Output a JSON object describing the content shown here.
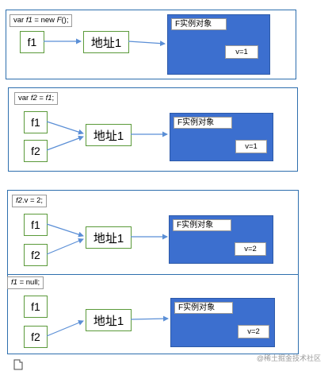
{
  "diagram": {
    "panels": [
      {
        "code": {
          "pre": "var ",
          "italic": "f1",
          "post": " = new ",
          "italic2": "F",
          "post2": "();"
        },
        "refs": [
          "f1"
        ],
        "address": "地址1",
        "object_label": "F实例对象",
        "value": "v=1"
      },
      {
        "code": {
          "pre": "var ",
          "italic": "f2",
          "post": " = ",
          "italic2": "f1",
          "post2": ";"
        },
        "refs": [
          "f1",
          "f2"
        ],
        "address": "地址1",
        "object_label": "F实例对象",
        "value": "v=1"
      },
      {
        "code": {
          "pre": "",
          "italic": "f2",
          "post": ".v = 2;",
          "italic2": "",
          "post2": ""
        },
        "refs": [
          "f1",
          "f2"
        ],
        "address": "地址1",
        "object_label": "F实例对象",
        "value": "v=2"
      },
      {
        "code": {
          "pre": "",
          "italic": "f1",
          "post": " = null;",
          "italic2": "",
          "post2": ""
        },
        "refs": [
          "f1",
          "f2"
        ],
        "address": "地址1",
        "object_label": "F实例对象",
        "value": "v=2"
      }
    ],
    "watermark": "@稀土掘金技术社区"
  }
}
